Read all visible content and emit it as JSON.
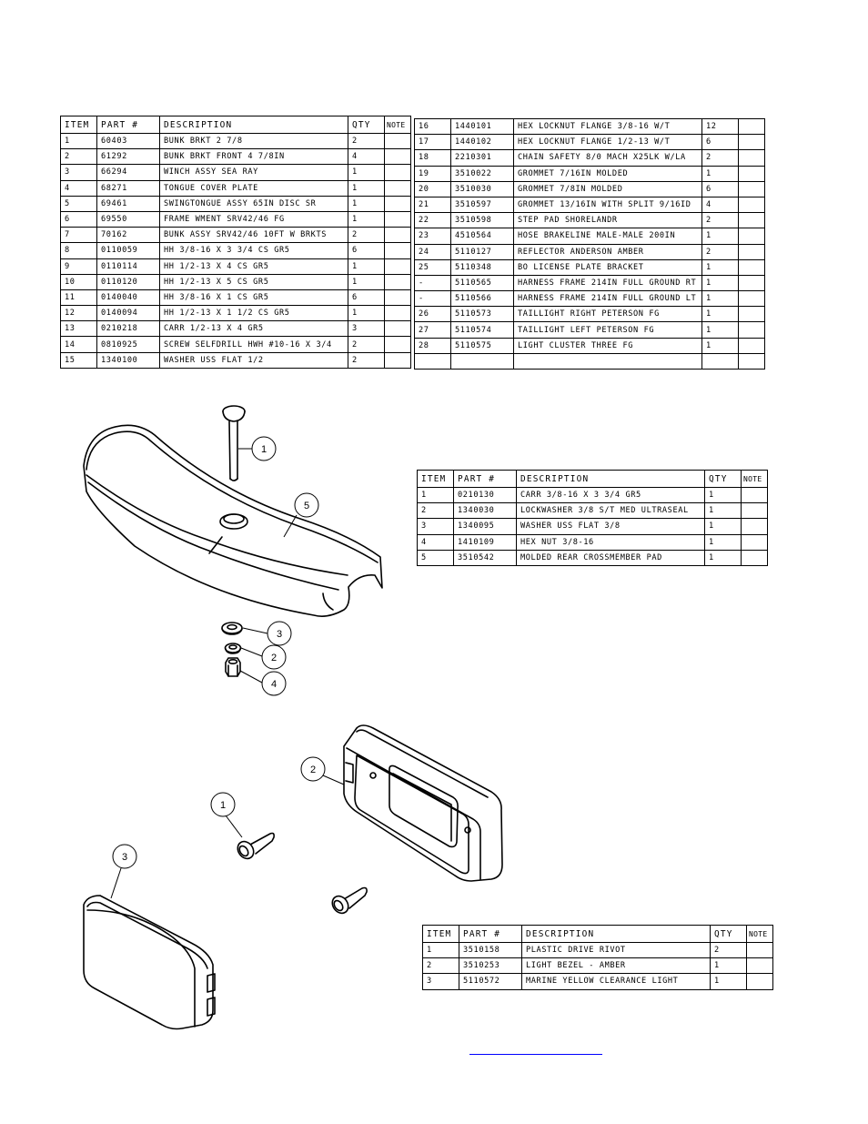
{
  "tables": {
    "left": {
      "headers": [
        "ITEM",
        "PART #",
        "DESCRIPTION",
        "QTY",
        "NOTE"
      ],
      "rows": [
        [
          "1",
          "60403",
          "BUNK BRKT 2 7/8",
          "2",
          ""
        ],
        [
          "2",
          "61292",
          "BUNK BRKT FRONT 4 7/8IN",
          "4",
          ""
        ],
        [
          "3",
          "66294",
          "WINCH ASSY   SEA RAY",
          "1",
          ""
        ],
        [
          "4",
          "68271",
          "TONGUE COVER PLATE",
          "1",
          ""
        ],
        [
          "5",
          "69461",
          "SWINGTONGUE ASSY 65IN DISC SR",
          "1",
          ""
        ],
        [
          "6",
          "69550",
          "FRAME WMENT SRV42/46 FG",
          "1",
          ""
        ],
        [
          "7",
          "70162",
          "BUNK ASSY SRV42/46 10FT W BRKTS",
          "2",
          ""
        ],
        [
          "8",
          "0110059",
          "HH 3/8-16 X 3 3/4 CS GR5",
          "6",
          ""
        ],
        [
          "9",
          "0110114",
          "HH 1/2-13 X 4 CS GR5",
          "1",
          ""
        ],
        [
          "10",
          "0110120",
          "HH 1/2-13 X 5 CS GR5",
          "1",
          ""
        ],
        [
          "11",
          "0140040",
          "HH 3/8-16 X 1 CS GR5",
          "6",
          ""
        ],
        [
          "12",
          "0140094",
          "HH 1/2-13 X 1 1/2 CS GR5",
          "1",
          ""
        ],
        [
          "13",
          "0210218",
          "CARR 1/2-13 X 4 GR5",
          "3",
          ""
        ],
        [
          "14",
          "0810925",
          "SCREW SELFDRILL HWH #10-16 X 3/4",
          "2",
          ""
        ],
        [
          "15",
          "1340100",
          "WASHER USS FLAT 1/2",
          "2",
          ""
        ]
      ]
    },
    "right": {
      "rows": [
        [
          "16",
          "1440101",
          "HEX LOCKNUT FLANGE 3/8-16 W/T",
          "12",
          ""
        ],
        [
          "17",
          "1440102",
          "HEX LOCKNUT FLANGE 1/2-13 W/T",
          "6",
          ""
        ],
        [
          "18",
          "2210301",
          "CHAIN SAFETY 8/0 MACH X25LK W/LA",
          "2",
          ""
        ],
        [
          "19",
          "3510022",
          "GROMMET  7/16IN MOLDED",
          "1",
          ""
        ],
        [
          "20",
          "3510030",
          "GROMMET  7/8IN MOLDED",
          "6",
          ""
        ],
        [
          "21",
          "3510597",
          "GROMMET 13/16IN  WITH SPLIT 9/16ID",
          "4",
          ""
        ],
        [
          "22",
          "3510598",
          "STEP PAD SHORELANDR",
          "2",
          ""
        ],
        [
          "23",
          "4510564",
          "HOSE BRAKELINE MALE-MALE 200IN",
          "1",
          ""
        ],
        [
          "24",
          "5110127",
          "REFLECTOR ANDERSON AMBER",
          "2",
          ""
        ],
        [
          "25",
          "5110348",
          "BO LICENSE PLATE BRACKET",
          "1",
          ""
        ],
        [
          "-",
          "5110565",
          "HARNESS FRAME 214IN FULL GROUND RT",
          "1",
          ""
        ],
        [
          "-",
          "5110566",
          "HARNESS FRAME 214IN FULL GROUND LT",
          "1",
          ""
        ],
        [
          "26",
          "5110573",
          "TAILLIGHT RIGHT PETERSON FG",
          "1",
          ""
        ],
        [
          "27",
          "5110574",
          "TAILLIGHT LEFT PETERSON FG",
          "1",
          ""
        ],
        [
          "28",
          "5110575",
          "LIGHT CLUSTER THREE FG",
          "1",
          ""
        ],
        [
          "",
          "",
          "",
          "",
          ""
        ]
      ]
    },
    "middle": {
      "headers": [
        "ITEM",
        "PART #",
        "DESCRIPTION",
        "QTY",
        "NOTE"
      ],
      "rows": [
        [
          "1",
          "0210130",
          "CARR 3/8-16 X 3 3/4 GR5",
          "1",
          ""
        ],
        [
          "2",
          "1340030",
          "LOCKWASHER 3/8 S/T MED ULTRASEAL",
          "1",
          ""
        ],
        [
          "3",
          "1340095",
          "WASHER USS FLAT 3/8",
          "1",
          ""
        ],
        [
          "4",
          "1410109",
          "HEX NUT 3/8-16",
          "1",
          ""
        ],
        [
          "5",
          "3510542",
          "MOLDED REAR CROSSMEMBER PAD",
          "1",
          ""
        ]
      ]
    },
    "bottom": {
      "headers": [
        "ITEM",
        "PART #",
        "DESCRIPTION",
        "QTY",
        "NOTE"
      ],
      "rows": [
        [
          "1",
          "3510158",
          "PLASTIC DRIVE RIVOT",
          "2",
          ""
        ],
        [
          "2",
          "3510253",
          "LIGHT BEZEL - AMBER",
          "1",
          ""
        ],
        [
          "3",
          "5110572",
          "MARINE YELLOW CLEARANCE LIGHT",
          "1",
          ""
        ]
      ]
    }
  },
  "callouts": {
    "pad": [
      "1",
      "5",
      "3",
      "2",
      "4"
    ],
    "light": [
      "2",
      "1",
      "3"
    ]
  },
  "colors": {
    "ink": "#000000",
    "link": "#0000ff"
  }
}
